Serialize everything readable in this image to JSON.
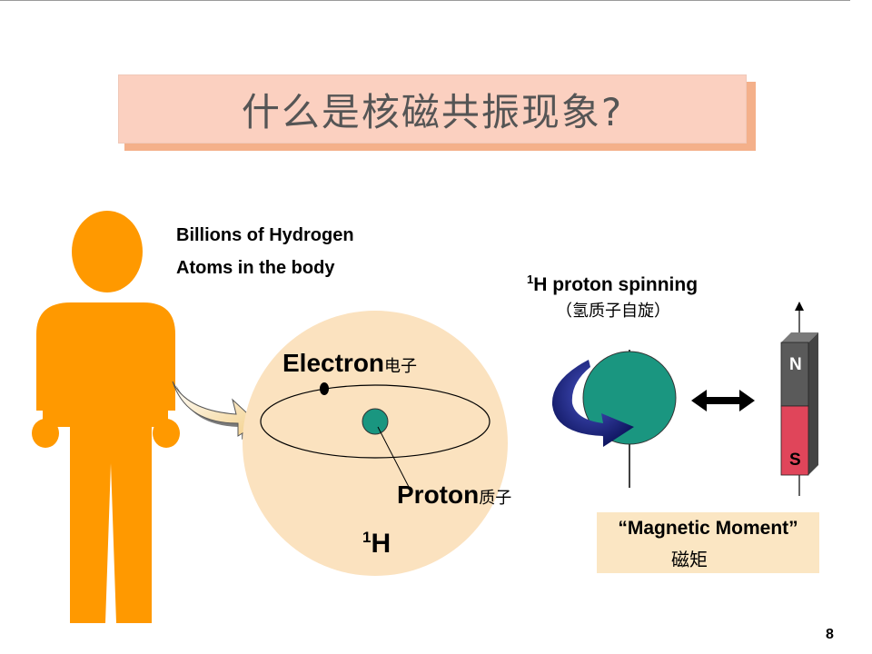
{
  "title": "什么是核磁共振现象?",
  "body_text": {
    "line1": "Billions of Hydrogen",
    "line2": "Atoms in the body"
  },
  "atom": {
    "electron_label": "Electron",
    "electron_cn": "电子",
    "proton_label": "Proton",
    "proton_cn": "质子",
    "isotope_sup": "1",
    "isotope_symbol": "H"
  },
  "spin": {
    "sup": "1",
    "label": "H proton spinning",
    "cn": "（氢质子自旋）"
  },
  "magnet": {
    "north": "N",
    "south": "S"
  },
  "moment": {
    "en": "“Magnetic Moment”",
    "cn": "磁矩"
  },
  "page_number": "8",
  "colors": {
    "person": "#ff9900",
    "atom_disc": "#fbe2bf",
    "proton": "#1a9680",
    "spin_arrow": "#1f2a8c",
    "magnet_north": "#5a5a5a",
    "magnet_south": "#e0455a",
    "title_bg": "#fbd0c0"
  }
}
